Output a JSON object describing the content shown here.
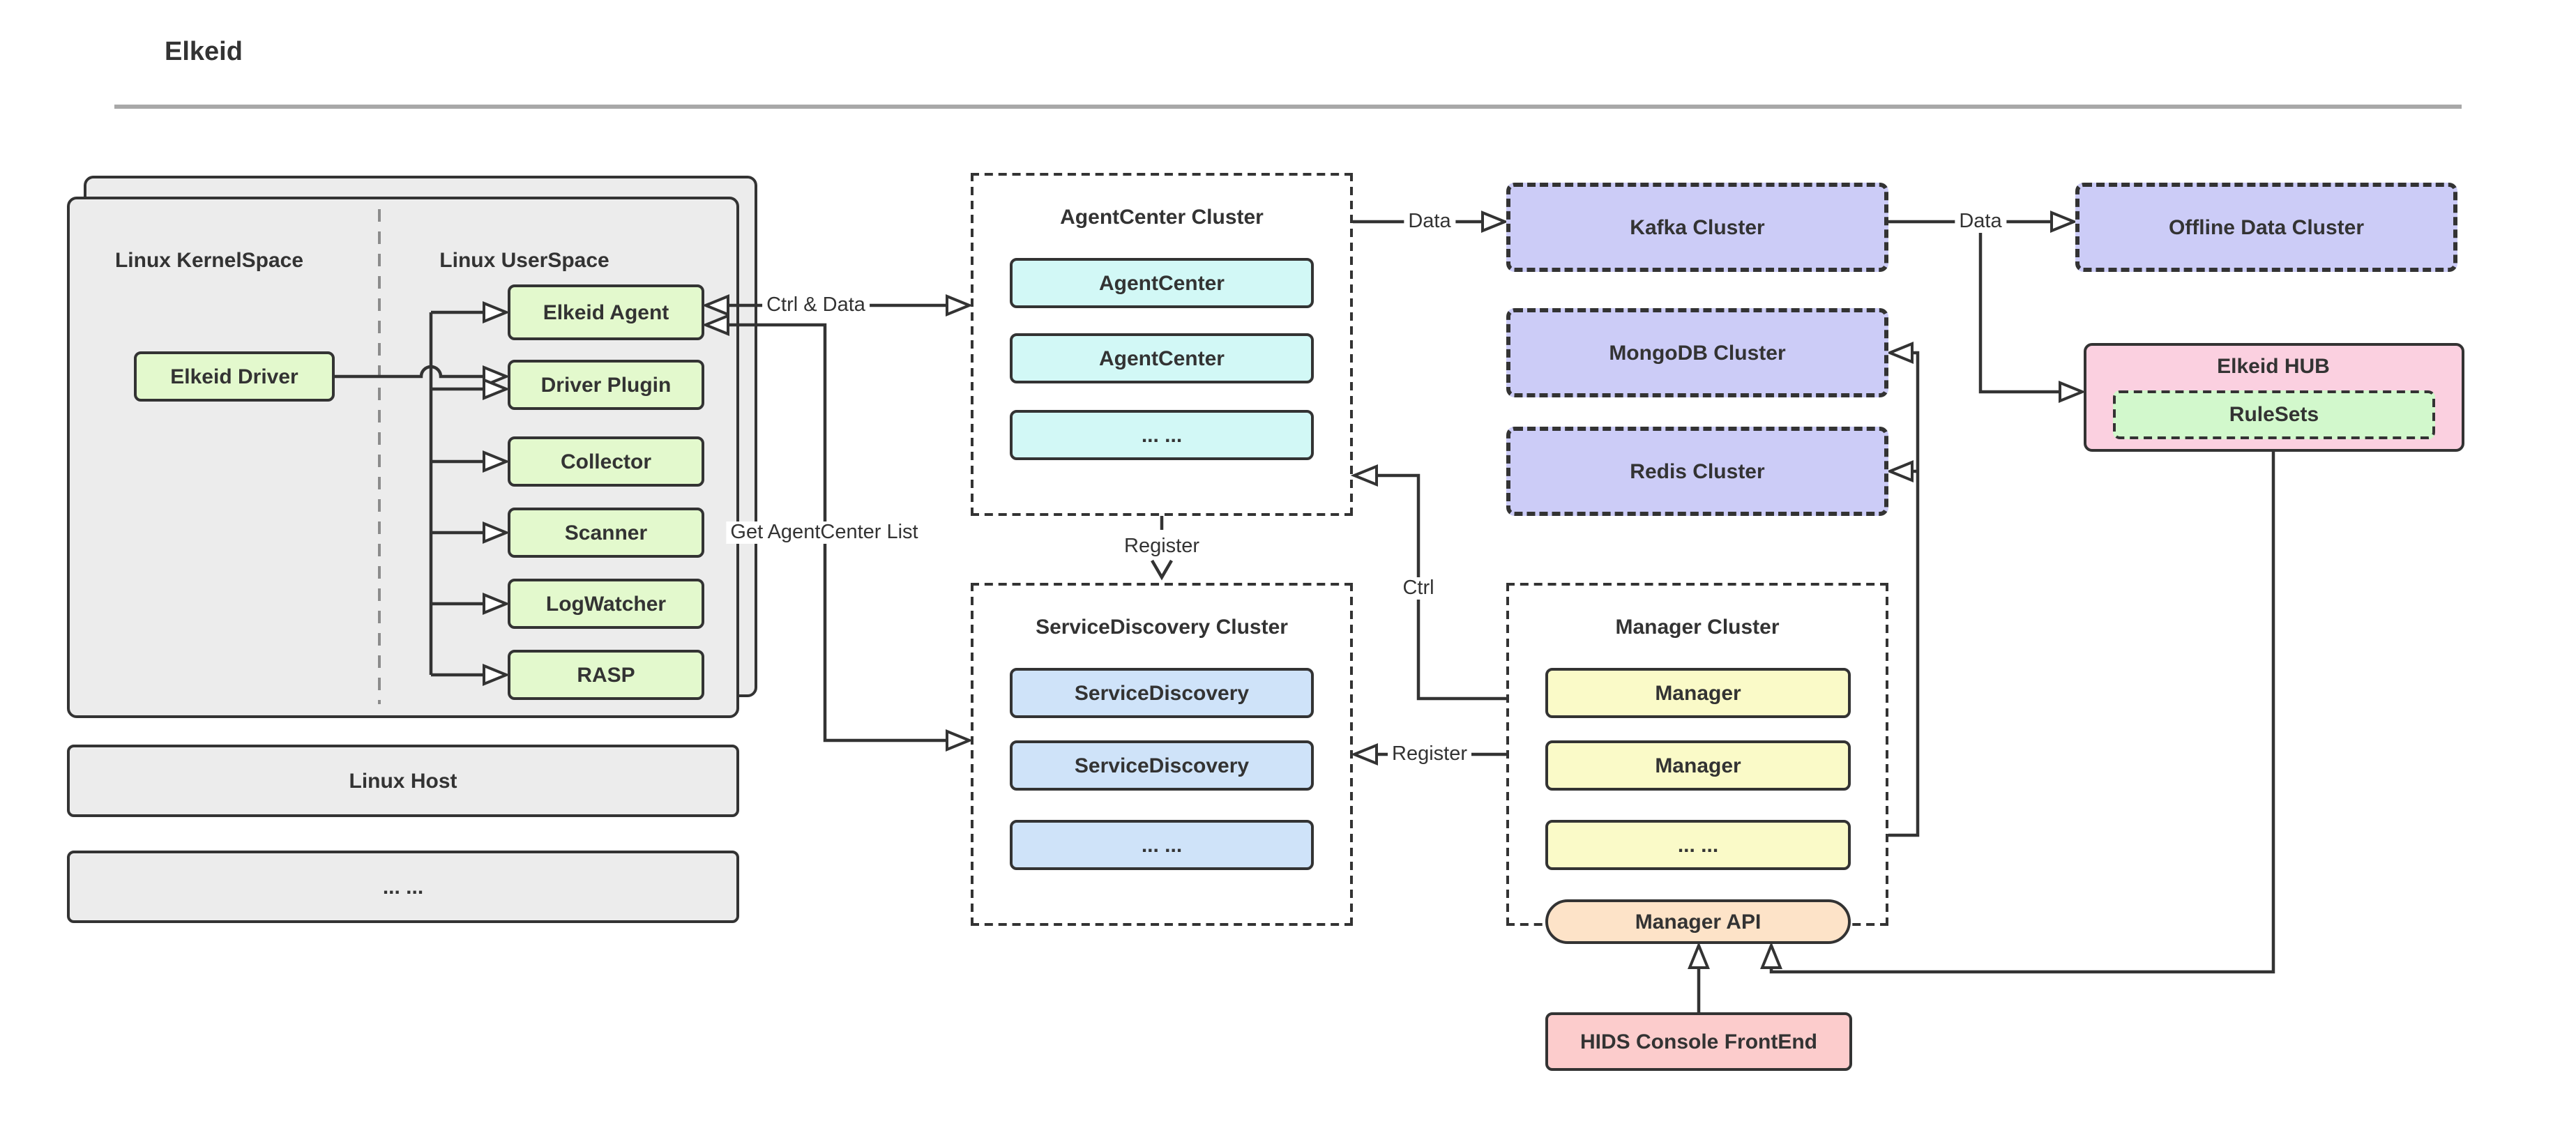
{
  "page": {
    "title": "Elkeid"
  },
  "host_stack": {
    "kernel_space_label": "Linux KernelSpace",
    "user_space_label": "Linux UserSpace",
    "driver_label": "Elkeid Driver",
    "agent_label": "Elkeid Agent",
    "plugins": [
      "Driver Plugin",
      "Collector",
      "Scanner",
      "LogWatcher",
      "RASP"
    ],
    "host_label": "Linux Host",
    "ellipsis_label": "... ..."
  },
  "agentcenter_cluster": {
    "title": "AgentCenter Cluster",
    "nodes": [
      "AgentCenter",
      "AgentCenter",
      "... ..."
    ]
  },
  "servicediscovery_cluster": {
    "title": "ServiceDiscovery Cluster",
    "nodes": [
      "ServiceDiscovery",
      "ServiceDiscovery",
      "... ..."
    ]
  },
  "manager_cluster": {
    "title": "Manager Cluster",
    "nodes": [
      "Manager",
      "Manager",
      "... ..."
    ],
    "api_label": "Manager API"
  },
  "kafka_cluster": {
    "title": "Kafka Cluster"
  },
  "mongodb_cluster": {
    "title": "MongoDB Cluster"
  },
  "redis_cluster": {
    "title": "Redis Cluster"
  },
  "offline_cluster": {
    "title": "Offline Data Cluster"
  },
  "hub": {
    "title": "Elkeid HUB",
    "rulesets_label": "RuleSets"
  },
  "console": {
    "label": "HIDS Console FrontEnd"
  },
  "edges": {
    "ctrl_and_data": "Ctrl & Data",
    "get_agentcenter_list": "Get AgentCenter List",
    "register_top": "Register",
    "register_manager": "Register",
    "ctrl": "Ctrl",
    "data_to_kafka": "Data",
    "data_to_offline": "Data"
  },
  "colors": {
    "line": "#333333",
    "gray": "#ececec",
    "green": "#e3f9cd",
    "cyan": "#d2f8f6",
    "blue": "#cfe3f9",
    "lavender": "#ccccf7",
    "yellow": "#fafac8",
    "peach": "#fde3c8",
    "pink": "#fccccc",
    "rose": "#fbd0e0",
    "mint": "#d2f8cc"
  }
}
